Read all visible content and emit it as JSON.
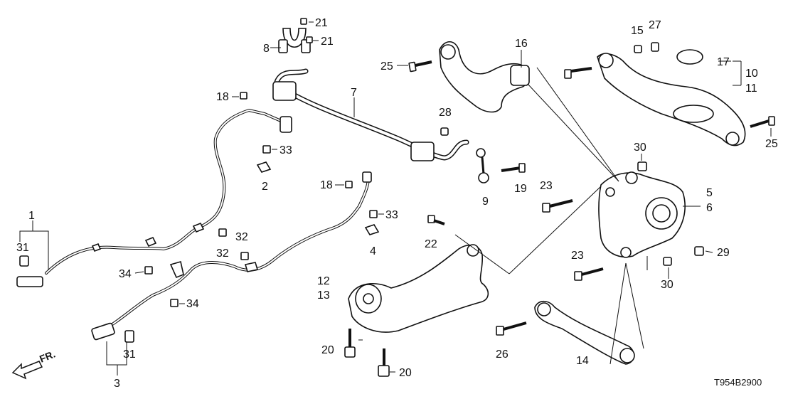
{
  "diagram": {
    "code": "T954B2900",
    "direction_label": "FR.",
    "labels": {
      "p1": "1",
      "p2": "2",
      "p3": "3",
      "p4": "4",
      "p5": "5",
      "p6": "6",
      "p7": "7",
      "p8": "8",
      "p9": "9",
      "p10": "10",
      "p11": "11",
      "p12": "12",
      "p13": "13",
      "p14": "14",
      "p15": "15",
      "p16": "16",
      "p17": "17",
      "p18a": "18",
      "p18b": "18",
      "p19": "19",
      "p20a": "20",
      "p20b": "20",
      "p21a": "21",
      "p21b": "21",
      "p22": "22",
      "p23a": "23",
      "p23b": "23",
      "p25a": "25",
      "p25b": "25",
      "p26": "26",
      "p27": "27",
      "p28": "28",
      "p29": "29",
      "p30a": "30",
      "p30b": "30",
      "p31a": "31",
      "p31b": "31",
      "p32a": "32",
      "p32b": "32",
      "p33a": "33",
      "p33b": "33",
      "p34a": "34",
      "p34b": "34"
    }
  }
}
